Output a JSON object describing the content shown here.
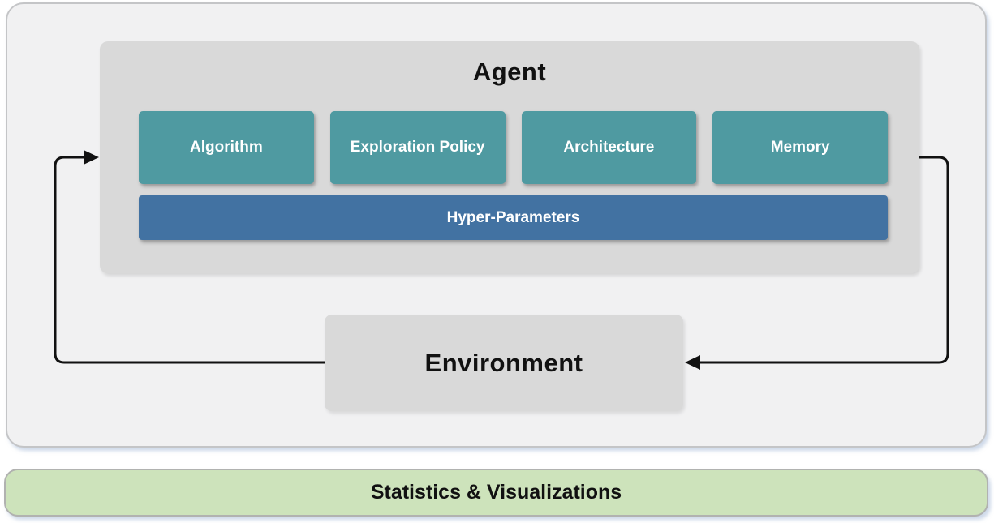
{
  "diagram": {
    "agent": {
      "title": "Agent",
      "components": [
        {
          "label": "Algorithm"
        },
        {
          "label": "Exploration Policy"
        },
        {
          "label": "Architecture"
        },
        {
          "label": "Memory"
        }
      ],
      "hyper_parameters_label": "Hyper-Parameters"
    },
    "environment": {
      "title": "Environment"
    },
    "footer": {
      "label": "Statistics & Visualizations"
    },
    "colors": {
      "component_teal": "#4f9aa1",
      "hyper_parameters_blue": "#4272a2",
      "group_box_gray": "#d9d9d9",
      "container_fill": "#f1f1f2",
      "container_border": "#c4c5c7",
      "footer_green": "#cde3bb",
      "arrow_black": "#111111"
    }
  }
}
